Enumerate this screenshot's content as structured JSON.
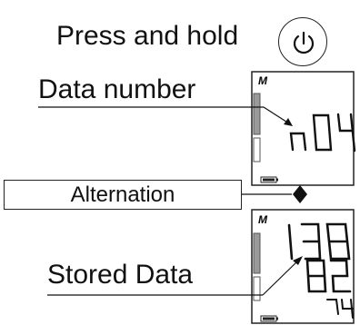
{
  "instruction": {
    "title": "Press and hold"
  },
  "labels": {
    "data_number": "Data number",
    "alternation": "Alternation",
    "stored_data": "Stored Data"
  },
  "display_top": {
    "memory_indicator": "M",
    "reading": "n04"
  },
  "display_bottom": {
    "memory_indicator": "M",
    "values": [
      "138",
      "82",
      "74"
    ]
  },
  "icons": {
    "power": "power-icon",
    "battery": "battery-icon",
    "swap": "up-down-arrow-icon"
  }
}
